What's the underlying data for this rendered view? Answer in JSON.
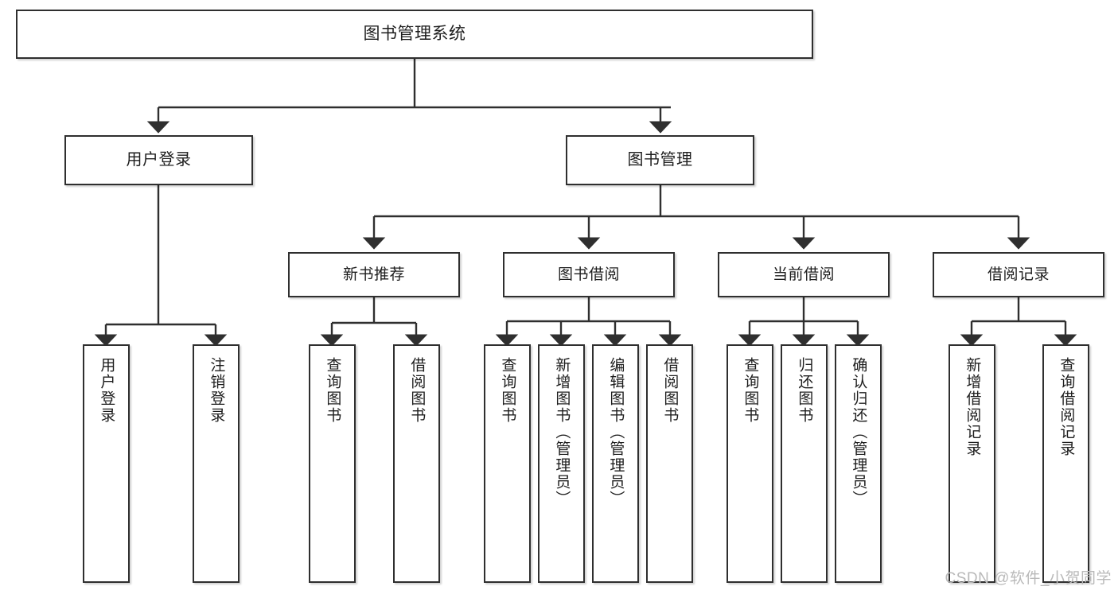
{
  "diagram": {
    "type": "hierarchy-tree",
    "title": "图书管理系统",
    "root": {
      "label": "图书管理系统"
    },
    "level2": [
      {
        "label": "用户登录"
      },
      {
        "label": "图书管理"
      }
    ],
    "level3": [
      {
        "label": "新书推荐"
      },
      {
        "label": "图书借阅"
      },
      {
        "label": "当前借阅"
      },
      {
        "label": "借阅记录"
      }
    ],
    "leaves": {
      "user_login": [
        {
          "label": "用户登录"
        },
        {
          "label": "注销登录"
        }
      ],
      "new_book_recommend": [
        {
          "label": "查询图书"
        },
        {
          "label": "借阅图书"
        }
      ],
      "book_borrow": [
        {
          "label": "查询图书"
        },
        {
          "label": "新增图书（管理员）"
        },
        {
          "label": "编辑图书（管理员）"
        },
        {
          "label": "借阅图书"
        }
      ],
      "current_borrow": [
        {
          "label": "查询图书"
        },
        {
          "label": "归还图书"
        },
        {
          "label": "确认归还（管理员）"
        }
      ],
      "borrow_record": [
        {
          "label": "新增借阅记录"
        },
        {
          "label": "查询借阅记录"
        }
      ]
    }
  },
  "watermark": {
    "text": "CSDN @软件_小贺同学"
  },
  "colors": {
    "stroke": "#2f2f2f",
    "fill": "#ffffff",
    "text": "#1d1d1d",
    "watermark": "#b9b9b9"
  }
}
